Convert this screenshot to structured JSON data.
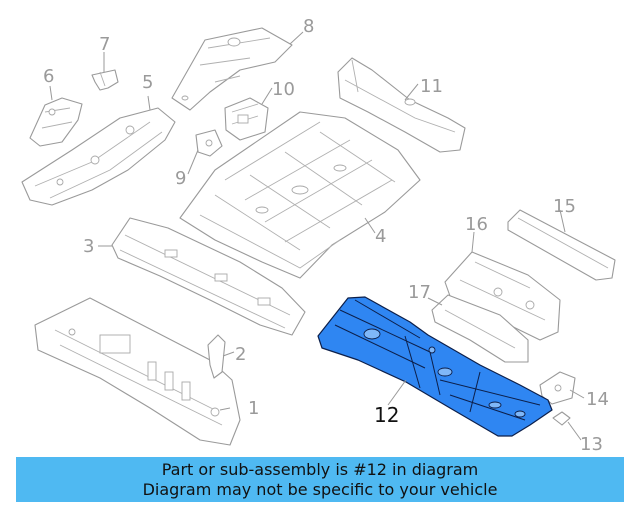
{
  "callouts": {
    "c1": "1",
    "c2": "2",
    "c3": "3",
    "c4": "4",
    "c5": "5",
    "c6": "6",
    "c7": "7",
    "c8": "8",
    "c9": "9",
    "c10": "10",
    "c11": "11",
    "c12": "12",
    "c13": "13",
    "c14": "14",
    "c15": "15",
    "c16": "16",
    "c17": "17"
  },
  "highlight": {
    "part_number": "12",
    "fill_color": "#2f86f2"
  },
  "banner": {
    "line1": "Part or sub-assembly is #12 in diagram",
    "line2": "Diagram may not be specific to your vehicle",
    "background": "#4fb9f2"
  }
}
